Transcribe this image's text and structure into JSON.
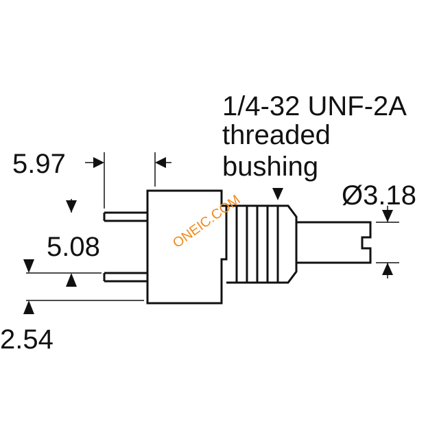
{
  "labels": {
    "dim_597": "5.97",
    "dim_508": "5.08",
    "dim_254": "2.54",
    "dim_318": "Ø3.18",
    "thread_line1": "1/4-32 UNF-2A",
    "thread_line2": "threaded",
    "thread_line3": "bushing"
  },
  "watermark": "ONEIC.COM",
  "colors": {
    "ink": "#111111",
    "watermark": "#f08a1c",
    "background": "#ffffff"
  }
}
